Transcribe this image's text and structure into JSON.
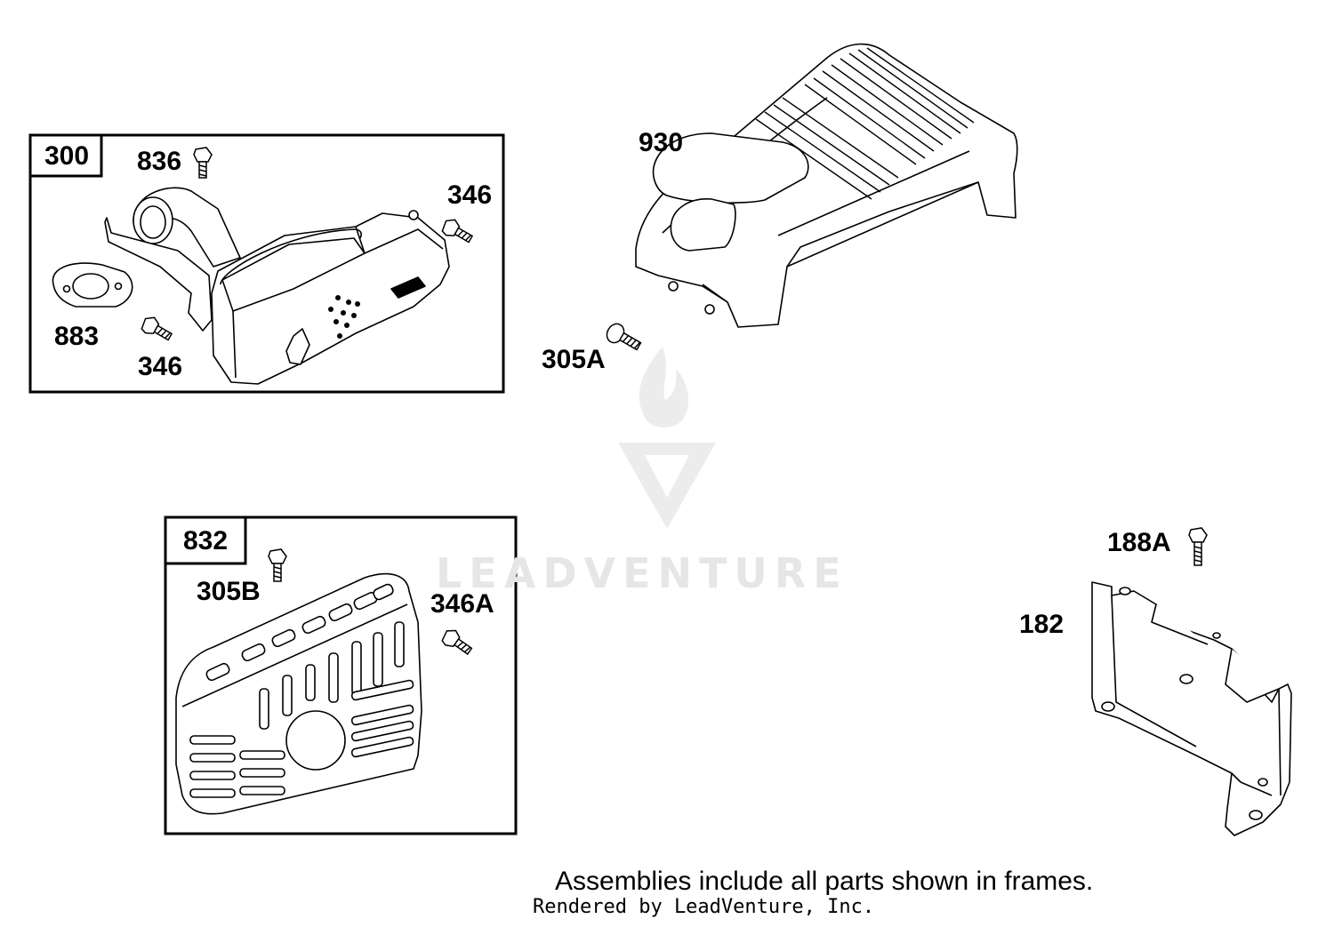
{
  "frames": [
    {
      "id": "300",
      "parts": [
        "836",
        "346",
        "883",
        "346"
      ]
    },
    {
      "id": "832",
      "parts": [
        "305B",
        "346A"
      ]
    }
  ],
  "parts": {
    "p836": "836",
    "p346_top": "346",
    "p883": "883",
    "p346_bottom": "346",
    "p930": "930",
    "p305A": "305A",
    "p305B": "305B",
    "p346A": "346A",
    "p188A": "188A",
    "p182": "182"
  },
  "note": "Assemblies include all parts shown in frames.",
  "credit": "Rendered by LeadVenture, Inc.",
  "watermark": {
    "text": "LEADVENTURE",
    "color": "#e6e6e6"
  },
  "colors": {
    "line": "#000000",
    "background": "#ffffff"
  }
}
